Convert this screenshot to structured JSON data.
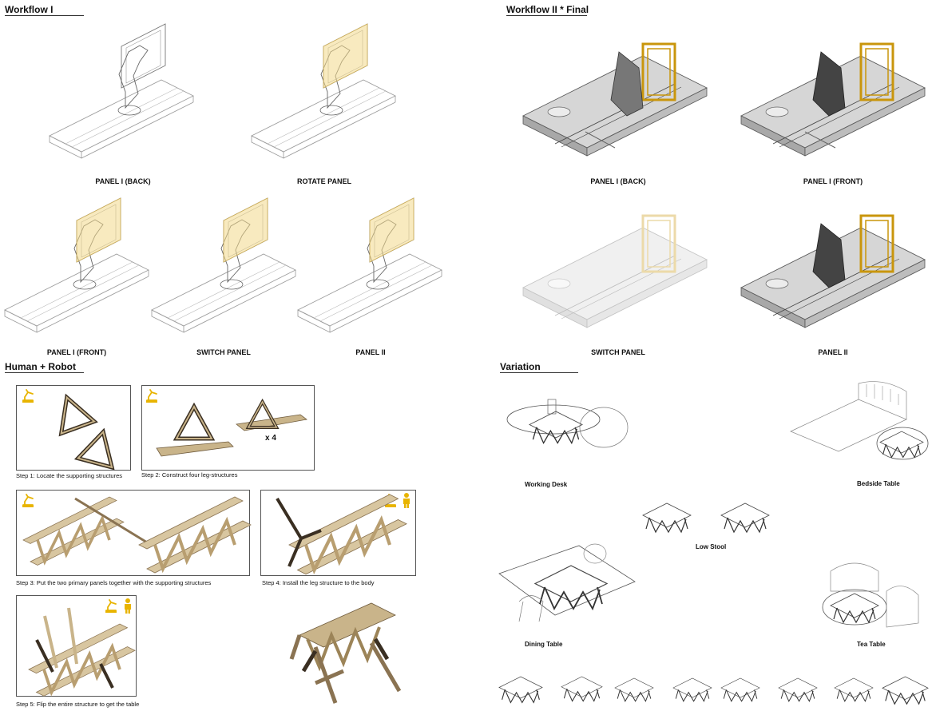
{
  "sections": {
    "workflow1": "Workflow I",
    "workflow2": "Workflow II * Final",
    "human_robot": "Human + Robot",
    "variation": "Variation"
  },
  "workflow1": {
    "captions": [
      "PANEL I (BACK)",
      "ROTATE PANEL",
      "PANEL I (FRONT)",
      "SWITCH PANEL",
      "PANEL II"
    ]
  },
  "workflow2": {
    "captions": [
      "PANEL I (BACK)",
      "PANEL I (FRONT)",
      "SWITCH PANEL",
      "PANEL II"
    ]
  },
  "steps": [
    "Step 1: Locate the supporting structures",
    "Step 2: Construct four leg-structures",
    "Step 3: Put the two primary panels together with the supporting structures",
    "Step 4: Install the leg structure to the body",
    "Step 5: Flip the entire structure to get the table"
  ],
  "step2_multiplier": "x 4",
  "variations": [
    "Working Desk",
    "Bedside Table",
    "Low Stool",
    "Dining Table",
    "Tea Table"
  ],
  "colors": {
    "wood": "#c9b48a",
    "dark_wood": "#3a2f22",
    "frame_gold": "#c9960c",
    "icon_yellow": "#e8b400",
    "machine_grey": "#8a8a8a"
  },
  "icons": [
    "robot-arm-icon",
    "human-icon"
  ]
}
